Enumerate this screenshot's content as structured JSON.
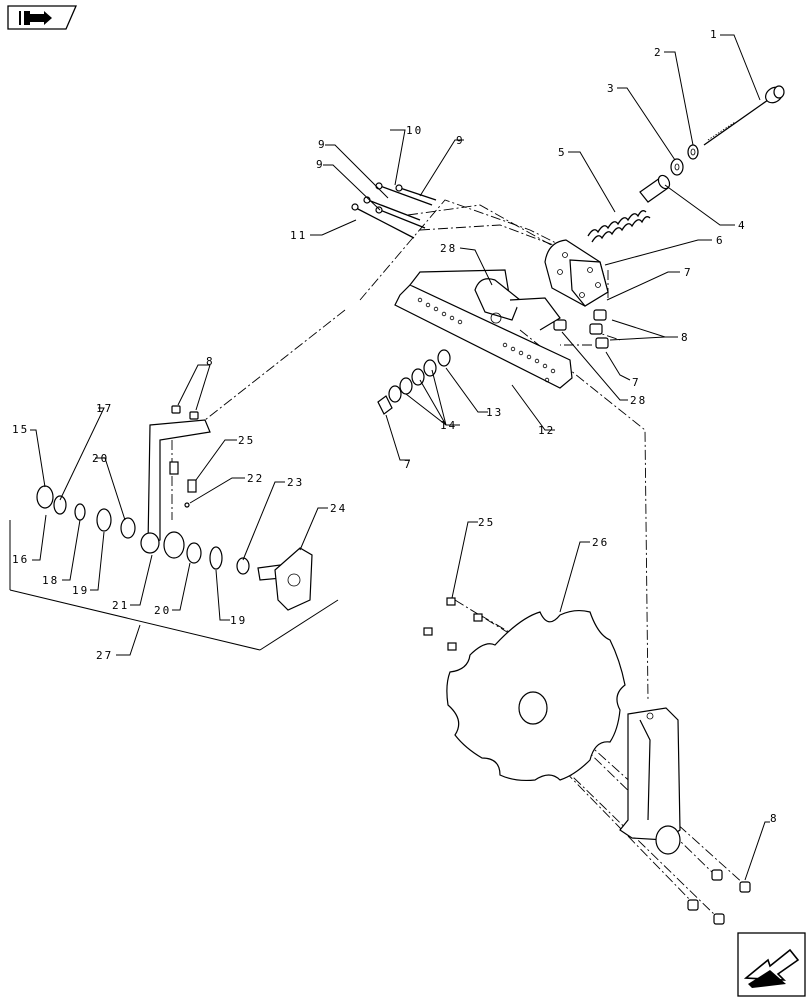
{
  "navigation": {
    "top_left_icon": "book-arrow-icon",
    "bottom_right_icon": "back-arrow-icon"
  },
  "callouts": [
    {
      "id": "c1",
      "text": "1"
    },
    {
      "id": "c2",
      "text": "2"
    },
    {
      "id": "c3",
      "text": "3"
    },
    {
      "id": "c4",
      "text": "4"
    },
    {
      "id": "c5",
      "text": "5"
    },
    {
      "id": "c6",
      "text": "6"
    },
    {
      "id": "c7a",
      "text": "7"
    },
    {
      "id": "c7b",
      "text": "7"
    },
    {
      "id": "c7c",
      "text": "7"
    },
    {
      "id": "c8a",
      "text": "8"
    },
    {
      "id": "c8b",
      "text": "8"
    },
    {
      "id": "c8c",
      "text": "8"
    },
    {
      "id": "c9a",
      "text": "9"
    },
    {
      "id": "c9b",
      "text": "9"
    },
    {
      "id": "c9c",
      "text": "9"
    },
    {
      "id": "c10",
      "text": "10"
    },
    {
      "id": "c11",
      "text": "11"
    },
    {
      "id": "c12",
      "text": "12"
    },
    {
      "id": "c13",
      "text": "13"
    },
    {
      "id": "c14",
      "text": "14"
    },
    {
      "id": "c15",
      "text": "15"
    },
    {
      "id": "c16",
      "text": "16"
    },
    {
      "id": "c17",
      "text": "17"
    },
    {
      "id": "c18",
      "text": "18"
    },
    {
      "id": "c19a",
      "text": "19"
    },
    {
      "id": "c19b",
      "text": "19"
    },
    {
      "id": "c20a",
      "text": "20"
    },
    {
      "id": "c20b",
      "text": "20"
    },
    {
      "id": "c21",
      "text": "21"
    },
    {
      "id": "c22",
      "text": "22"
    },
    {
      "id": "c23",
      "text": "23"
    },
    {
      "id": "c24",
      "text": "24"
    },
    {
      "id": "c25a",
      "text": "25"
    },
    {
      "id": "c25b",
      "text": "25"
    },
    {
      "id": "c26",
      "text": "26"
    },
    {
      "id": "c27",
      "text": "27"
    },
    {
      "id": "c28a",
      "text": "28"
    },
    {
      "id": "c28b",
      "text": "28"
    }
  ]
}
